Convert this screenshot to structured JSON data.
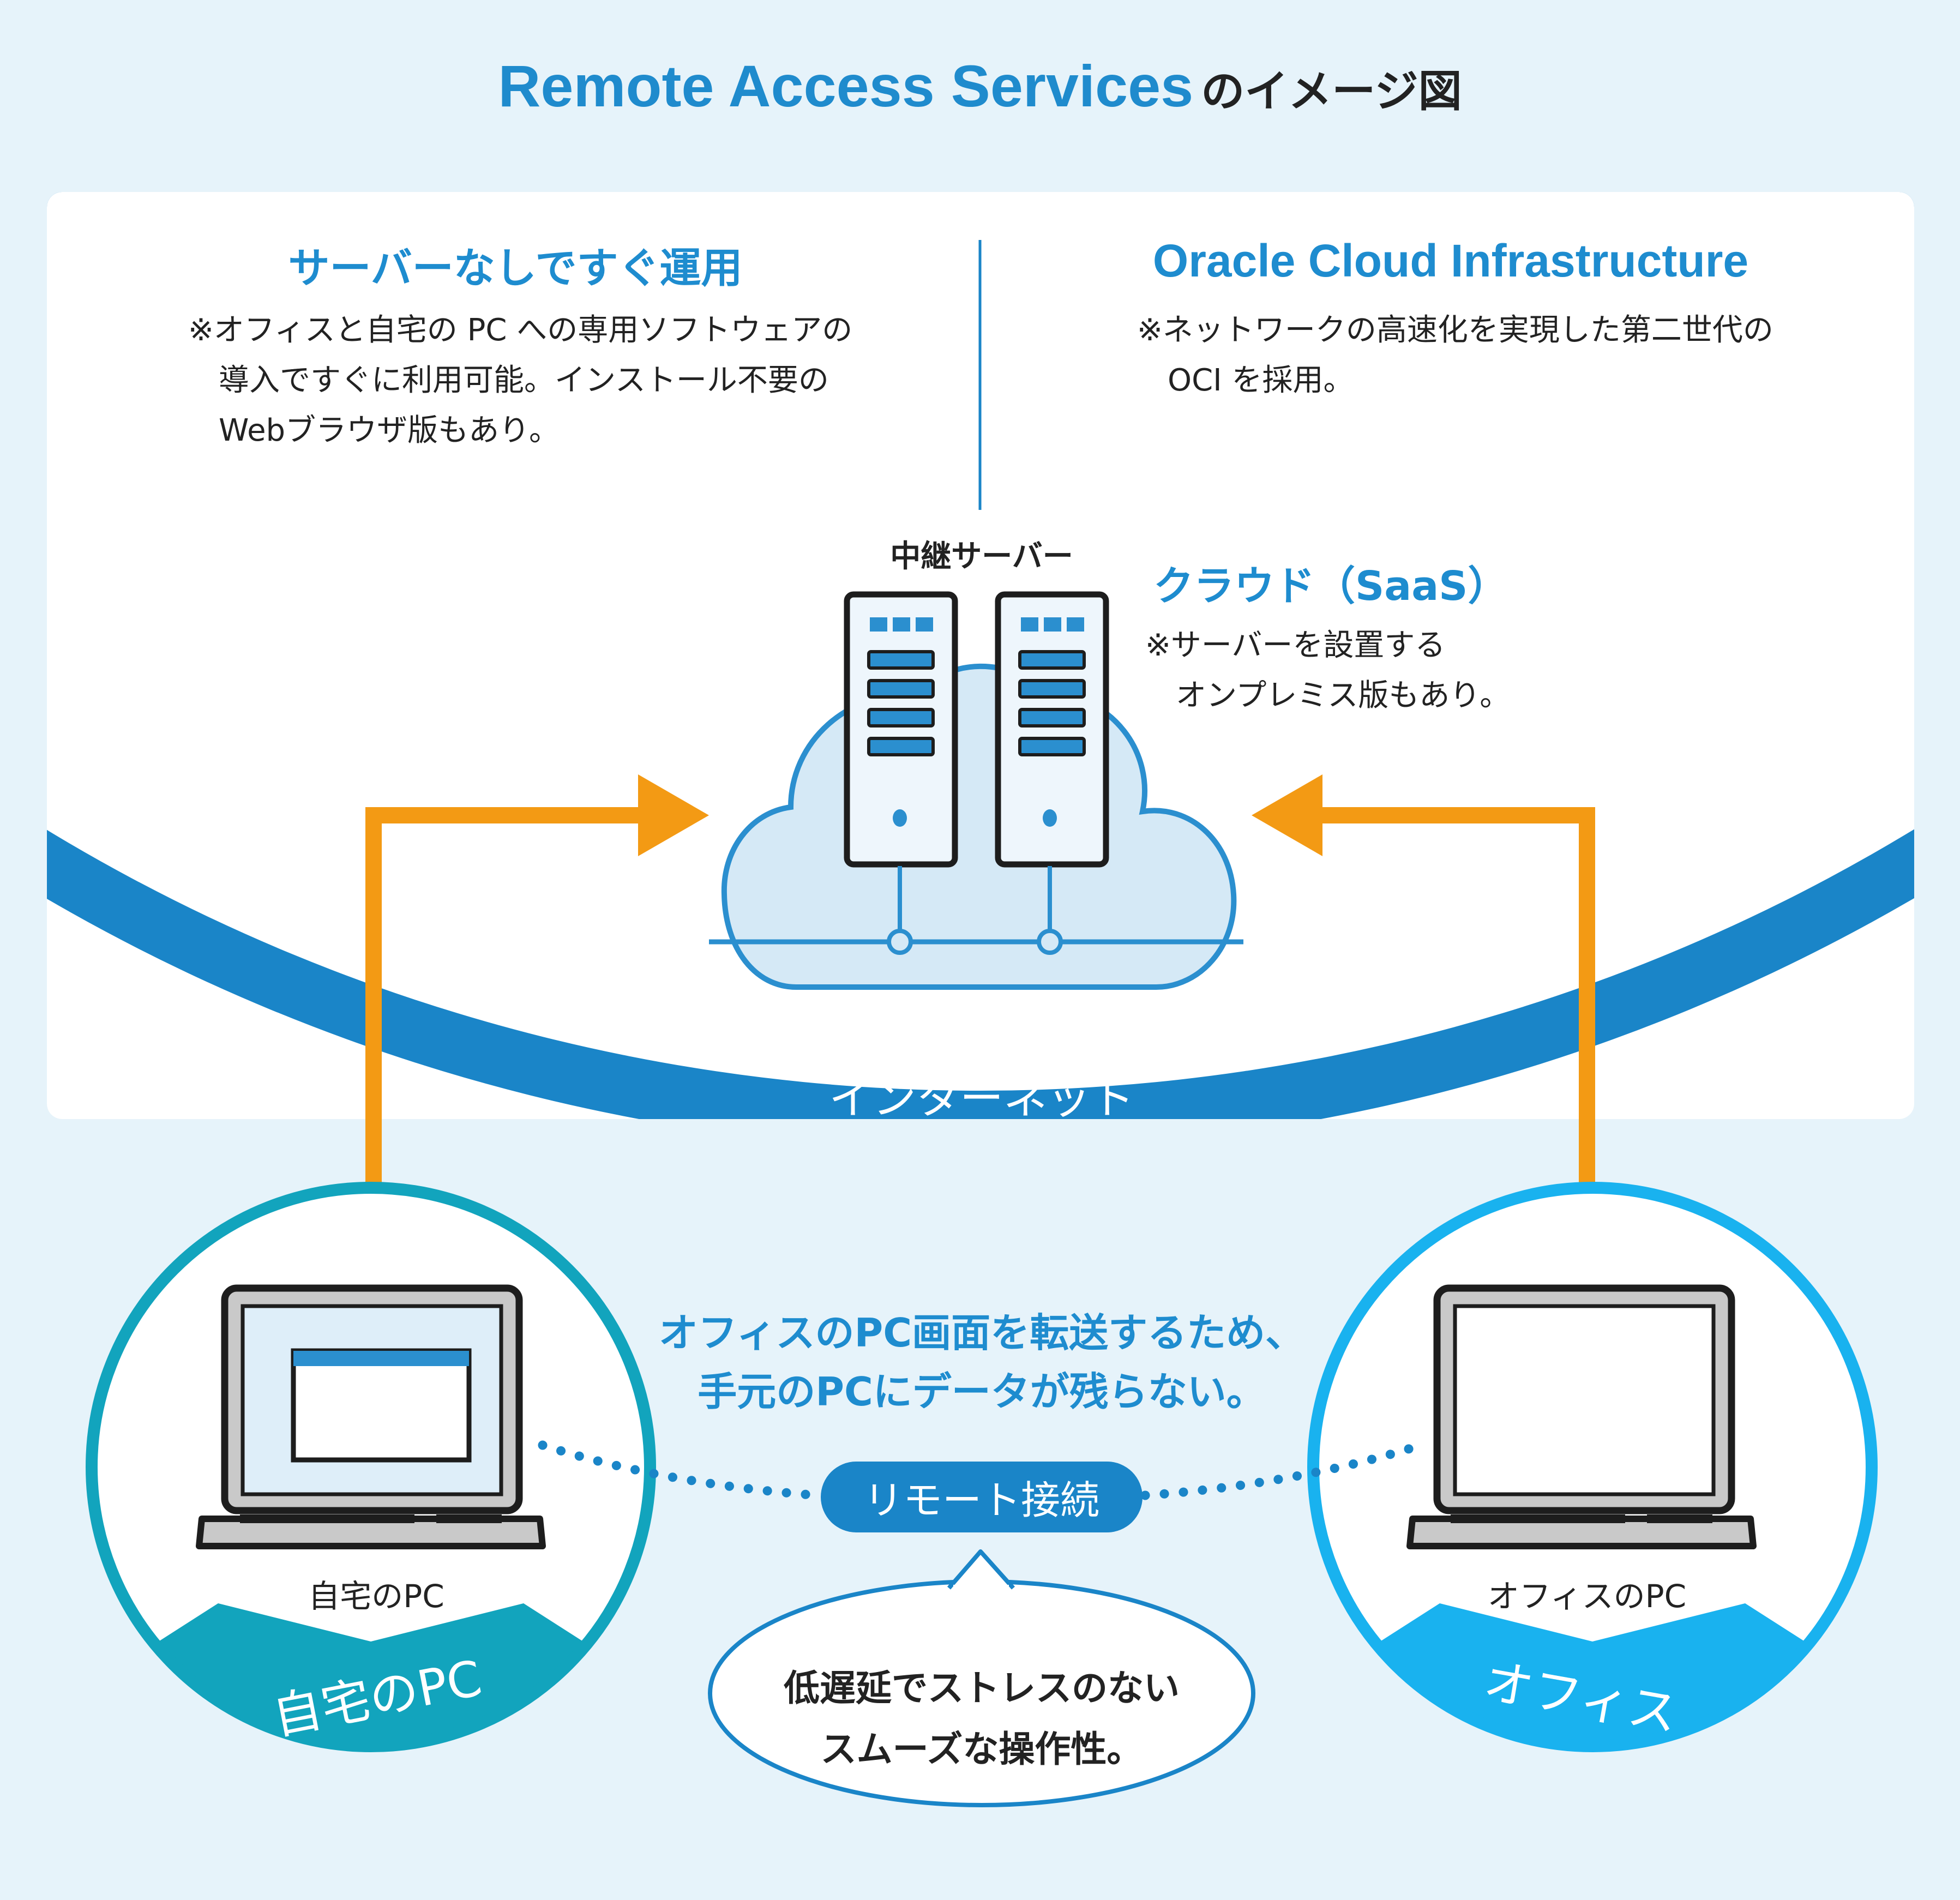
{
  "title": {
    "main": "Remote Access Services",
    "suffix": "のイメージ図"
  },
  "left_panel": {
    "heading": "サーバーなしですぐ運用",
    "note": "※オフィスと自宅の PC への専用ソフトウェアの\n　導入ですぐに利用可能。インストール不要の\n　Webブラウザ版もあり。"
  },
  "right_panel": {
    "heading": "Oracle Cloud Infrastructure",
    "note": "※ネットワークの高速化を実現した第二世代の\n　OCI を採用。"
  },
  "relay_server": {
    "label": "中継サーバー"
  },
  "cloud": {
    "label": "クラウド（SaaS）",
    "note": "※サーバーを設置する\n　オンプレミス版もあり。"
  },
  "internet": {
    "label": "インターネット"
  },
  "transfer_message": "オフィスのPC画面を転送するため、\n手元のPCにデータが残らない。",
  "remote_connection": {
    "label": "リモート接続"
  },
  "bubble_message": "低遅延でストレスのない\nスムーズな操作性。",
  "home_pc": {
    "caption": "自宅のPC",
    "ribbon": "自宅のPC"
  },
  "office_pc": {
    "caption": "オフィスのPC",
    "ribbon": "オフィス"
  },
  "colors": {
    "accent_blue": "#1f8bcd",
    "dark_blue": "#1a85c8",
    "orange": "#f39a14",
    "teal": "#12a4bd",
    "light_blue": "#19b2ef",
    "cloud_fill": "#d5e9f6",
    "background": "#e6f3fa"
  }
}
